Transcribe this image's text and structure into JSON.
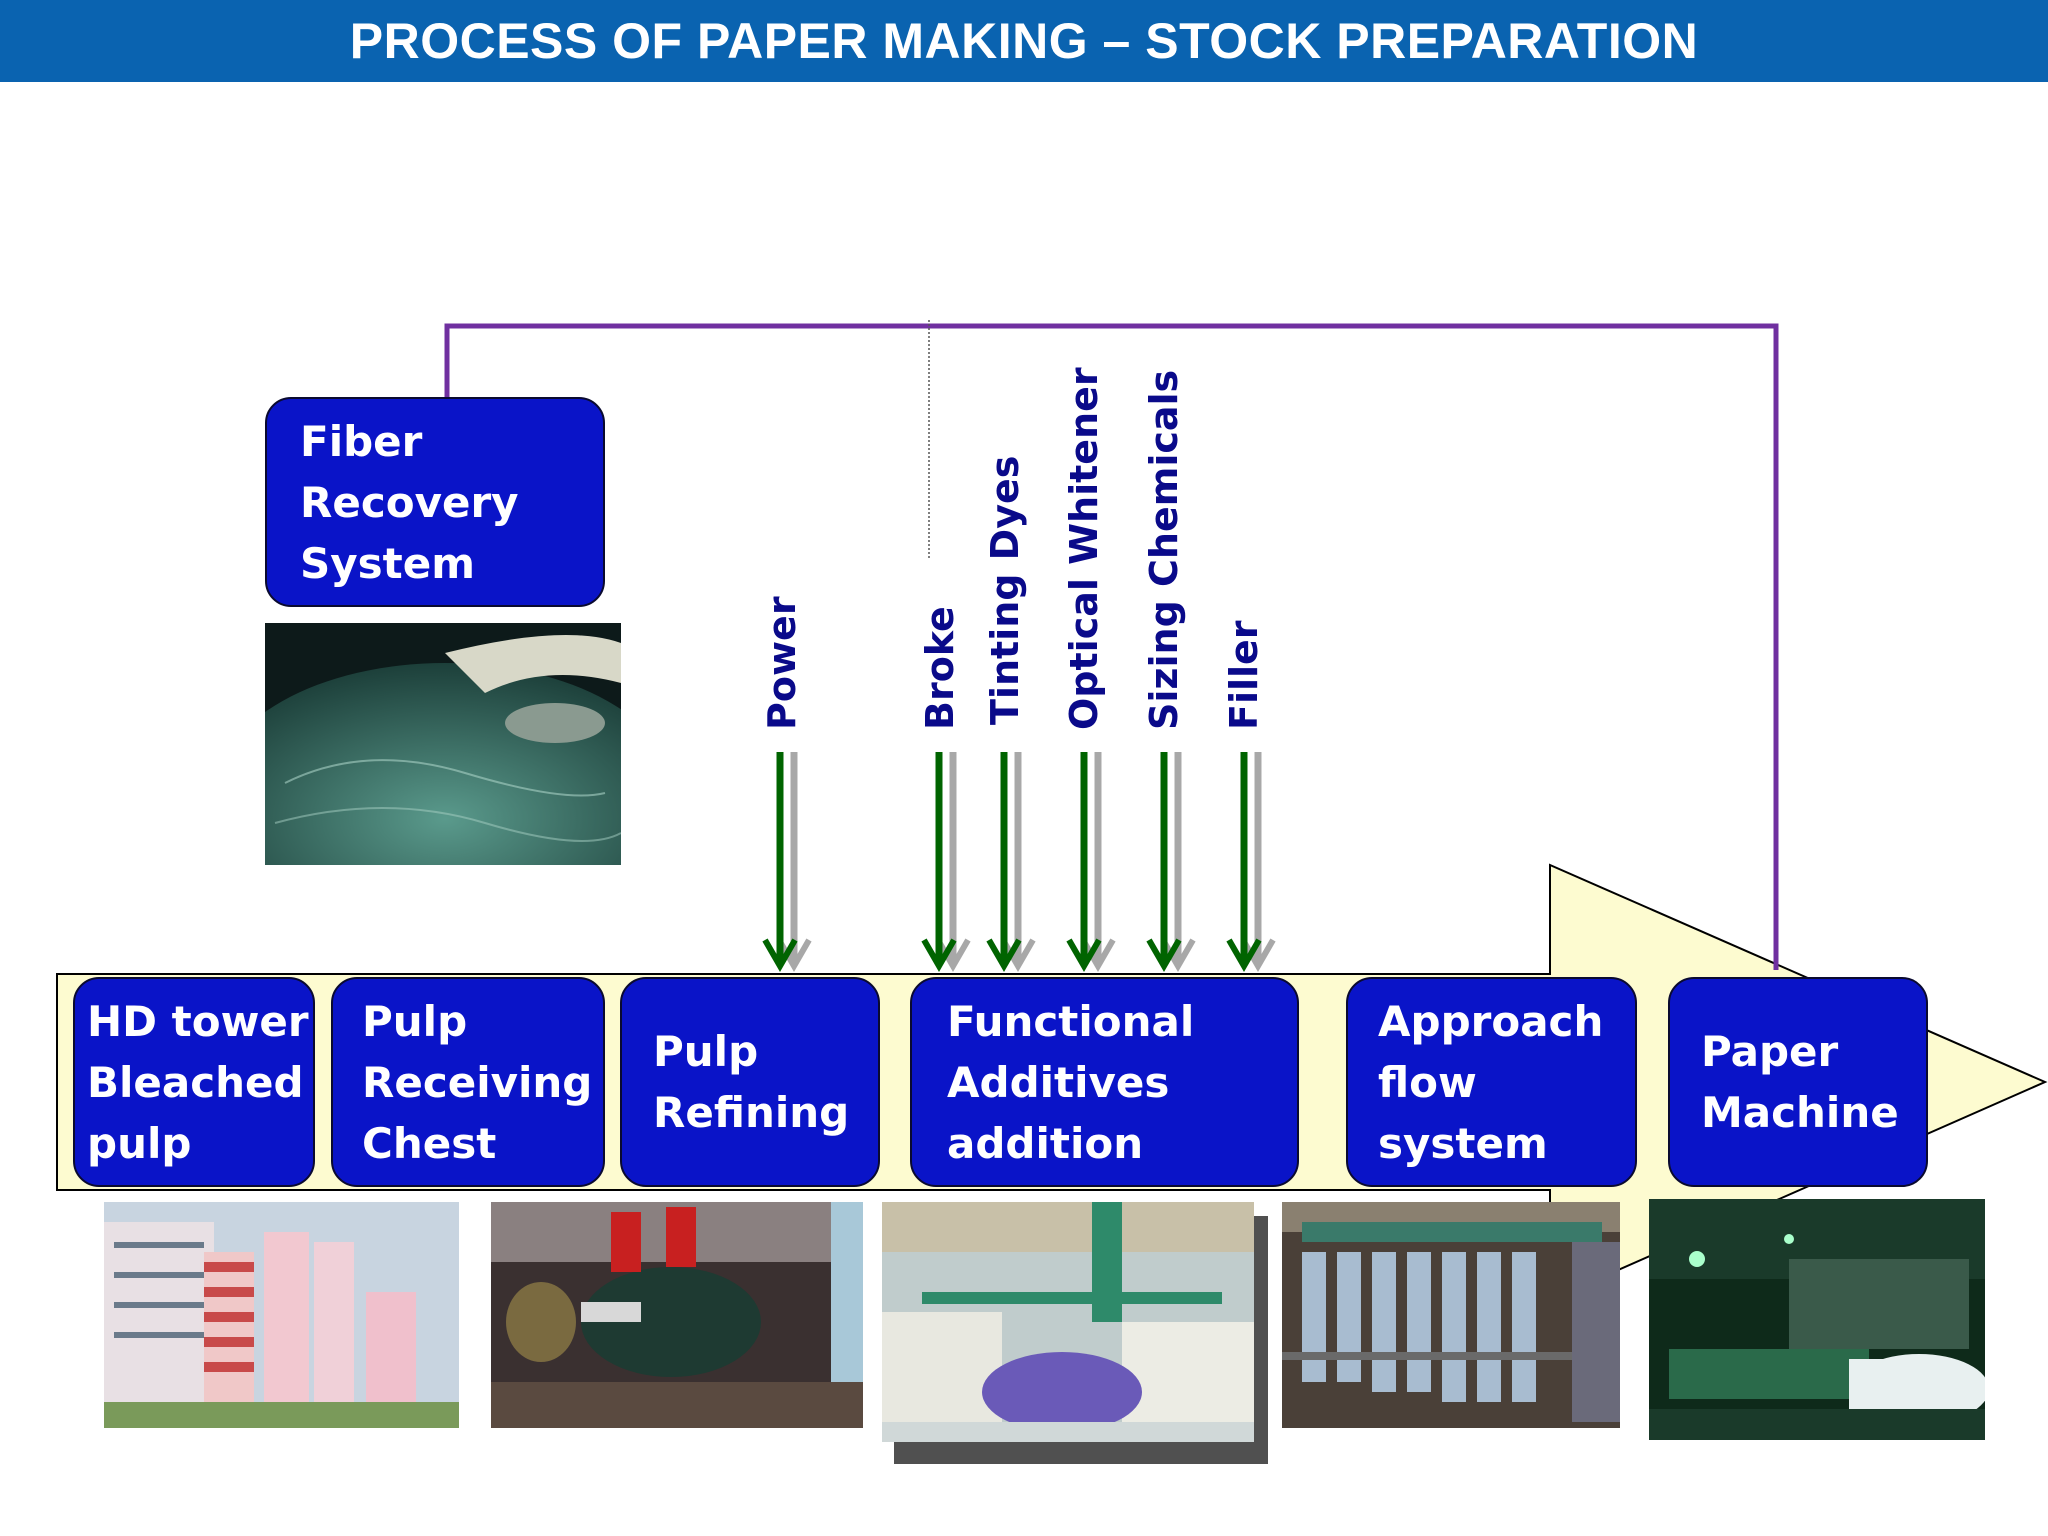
{
  "title": "PROCESS OF PAPER MAKING – STOCK PREPARATION",
  "fiber_recovery": {
    "lines": [
      "Fiber",
      "Recovery",
      "System"
    ]
  },
  "stages": [
    {
      "lines": [
        "HD tower",
        "Bleached",
        "pulp"
      ]
    },
    {
      "lines": [
        "Pulp",
        "Receiving",
        "Chest"
      ]
    },
    {
      "lines": [
        "Pulp",
        "Refining"
      ]
    },
    {
      "lines": [
        "Functional",
        "Additives",
        "addition"
      ]
    },
    {
      "lines": [
        "Approach",
        "flow",
        "system"
      ]
    },
    {
      "lines": [
        "Paper",
        "Machine"
      ]
    }
  ],
  "inputs": [
    "Power",
    "Broke",
    "Tinting Dyes",
    "Optical Whitener",
    "Sizing Chemicals",
    "Filler"
  ],
  "colors": {
    "header": "#0a63b0",
    "box": "#0a14c8",
    "band": "#fdfbd0",
    "feedback_line": "#7030a0",
    "arrow_green": "#006400",
    "arrow_grey": "#a8a8a8",
    "vertical_label": "#0a0a8a"
  }
}
